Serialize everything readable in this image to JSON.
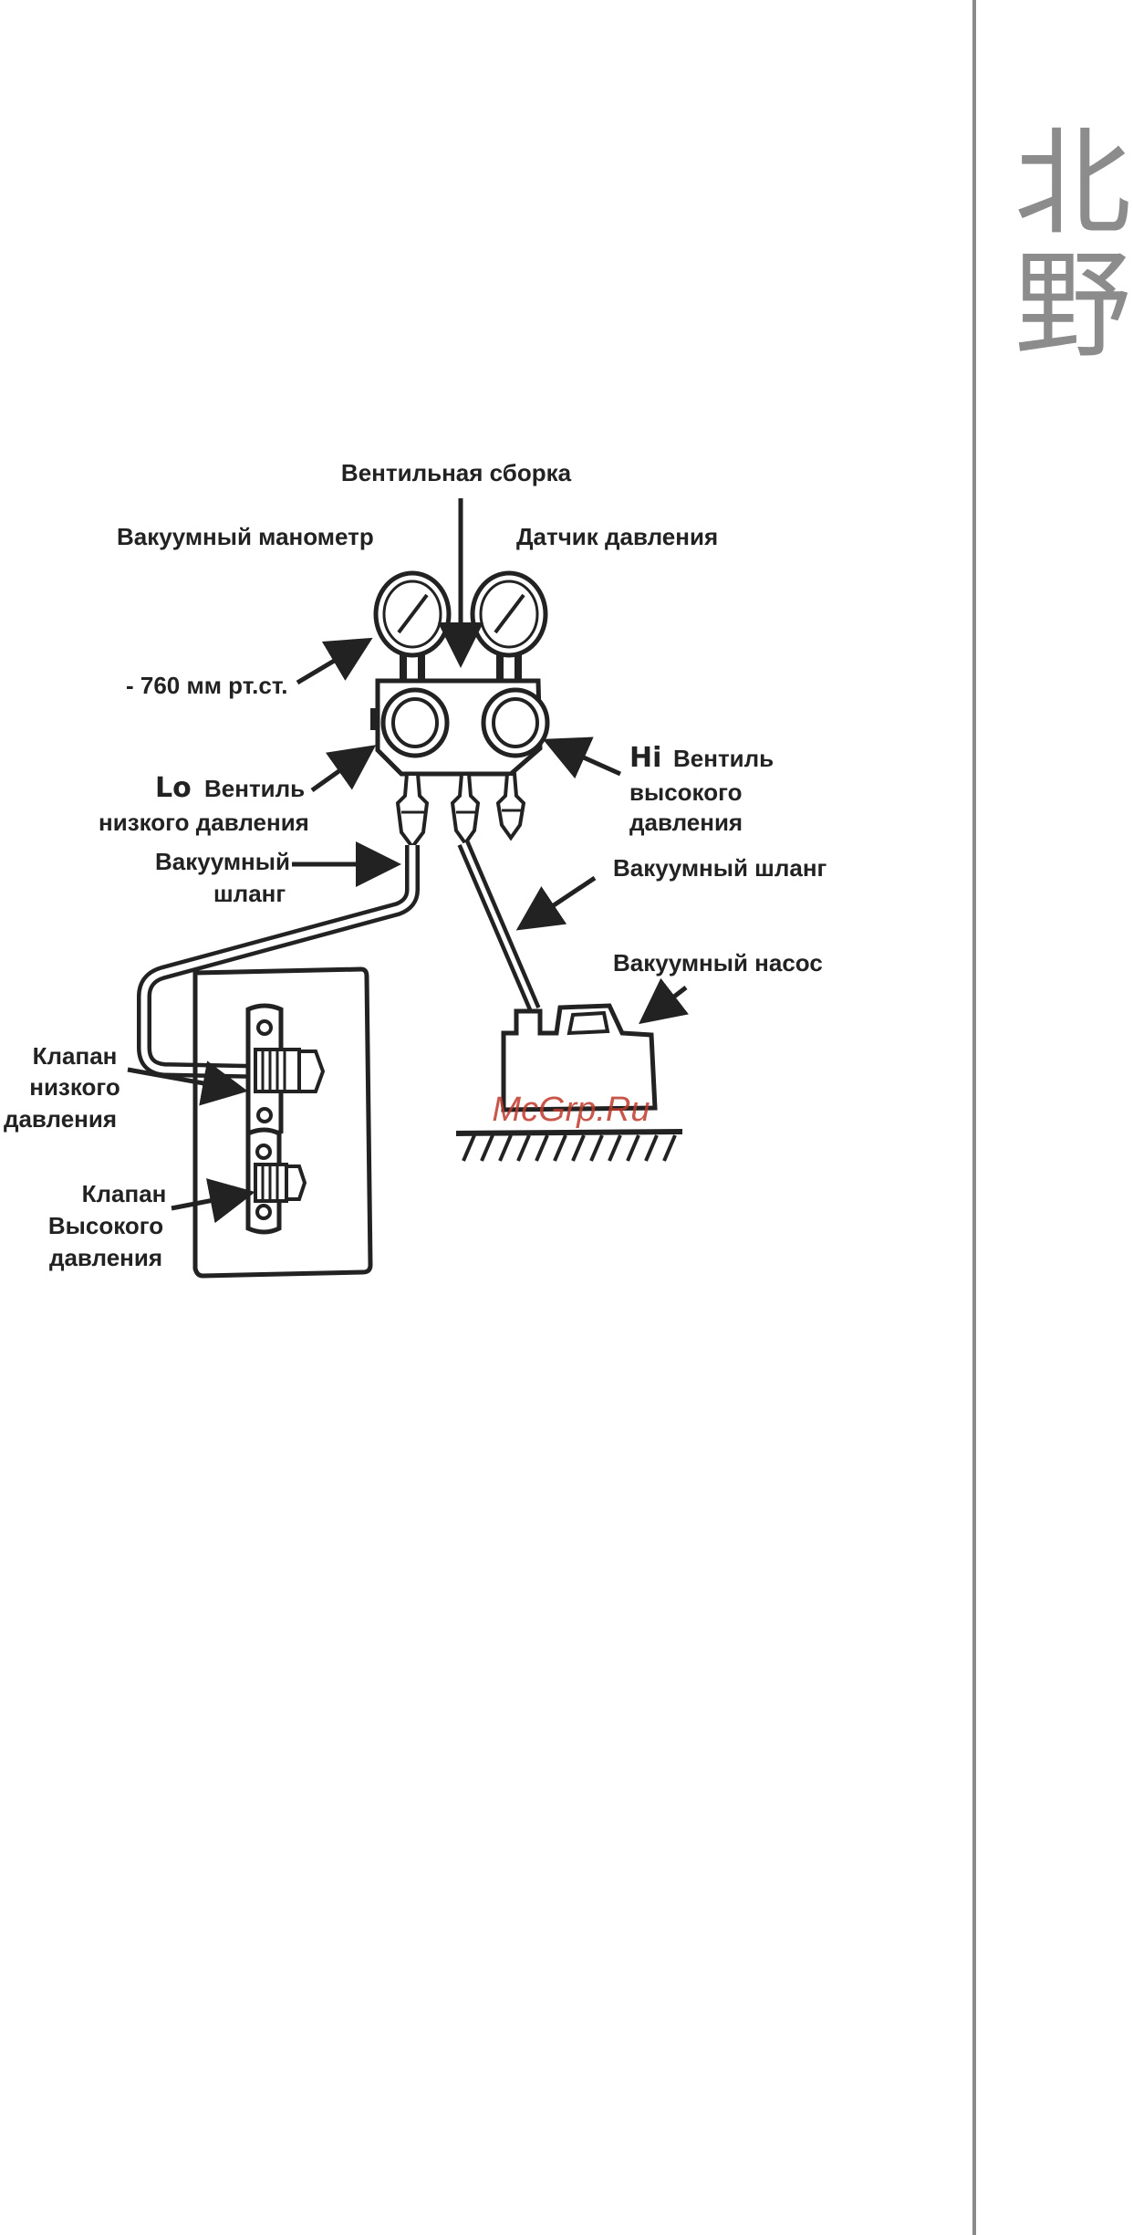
{
  "brand": {
    "line1": "北",
    "line2": "野"
  },
  "diagram": {
    "valve_assembly": "Вентильная сборка",
    "vacuum_gauge": "Вакуумный манометр",
    "pressure_sensor": "Датчик давления",
    "gauge_reading": "- 760 мм рт.ст.",
    "lo_tag": "Lo",
    "lo_valve_word": "Вентиль",
    "lo_valve_desc": "низкого давления",
    "hi_tag": "Hi",
    "hi_valve_word": "Вентиль",
    "hi_valve_line2": "высокого",
    "hi_valve_line3": "давления",
    "vac_hose_left_1": "Вакуумный",
    "vac_hose_left_2": "шланг",
    "vac_hose_right": "Вакуумный шланг",
    "vac_pump": "Вакуумный насос",
    "low_valve_1": "Клапан",
    "low_valve_2": "низкого",
    "low_valve_3": "давления",
    "high_valve_1": "Клапан",
    "high_valve_2": "Высокого",
    "high_valve_3": "давления"
  },
  "watermark": "McGrp.Ru"
}
